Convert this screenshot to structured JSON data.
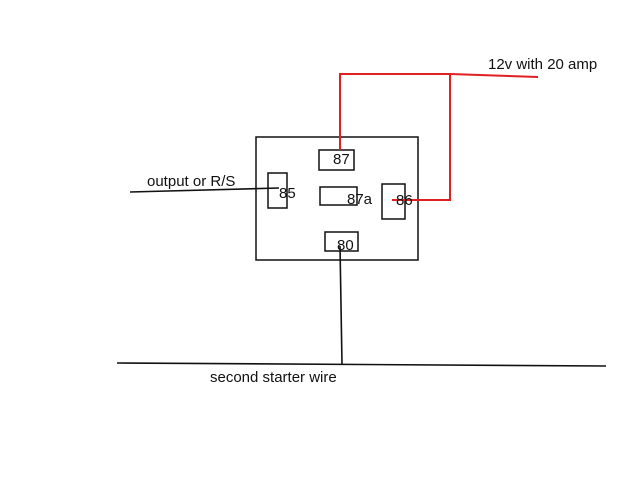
{
  "labels": {
    "power": "12v with 20 amp",
    "output": "output or R/S",
    "starter": "second starter wire"
  },
  "pins": {
    "p87": "87",
    "p85": "85",
    "p87a": "87a",
    "p86": "86",
    "p80": "80"
  },
  "colors": {
    "wire_power": "#e02020",
    "wire_signal": "#111111"
  }
}
